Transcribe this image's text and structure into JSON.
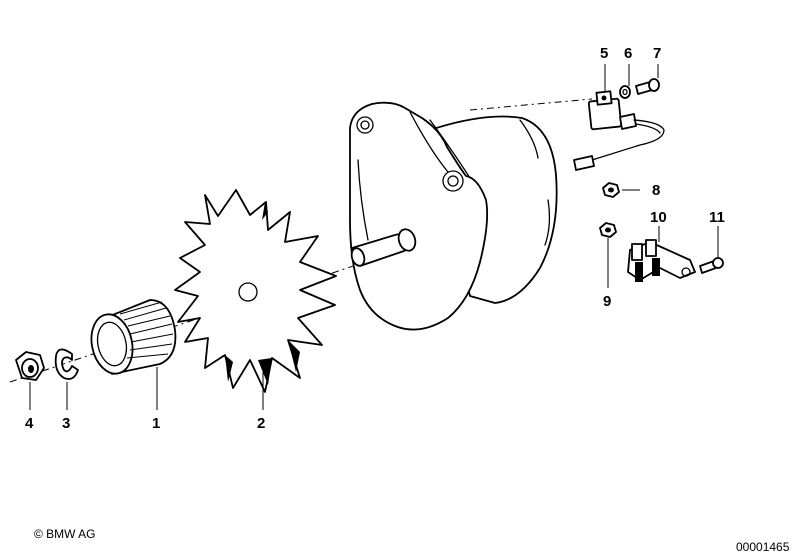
{
  "callouts": {
    "p1": "1",
    "p2": "2",
    "p3": "3",
    "p4": "4",
    "p5": "5",
    "p6": "6",
    "p7": "7",
    "p8": "8",
    "p9": "9",
    "p10": "10",
    "p11": "11"
  },
  "footer": {
    "copyright": "© BMW AG",
    "drawing_number": "00001465"
  }
}
